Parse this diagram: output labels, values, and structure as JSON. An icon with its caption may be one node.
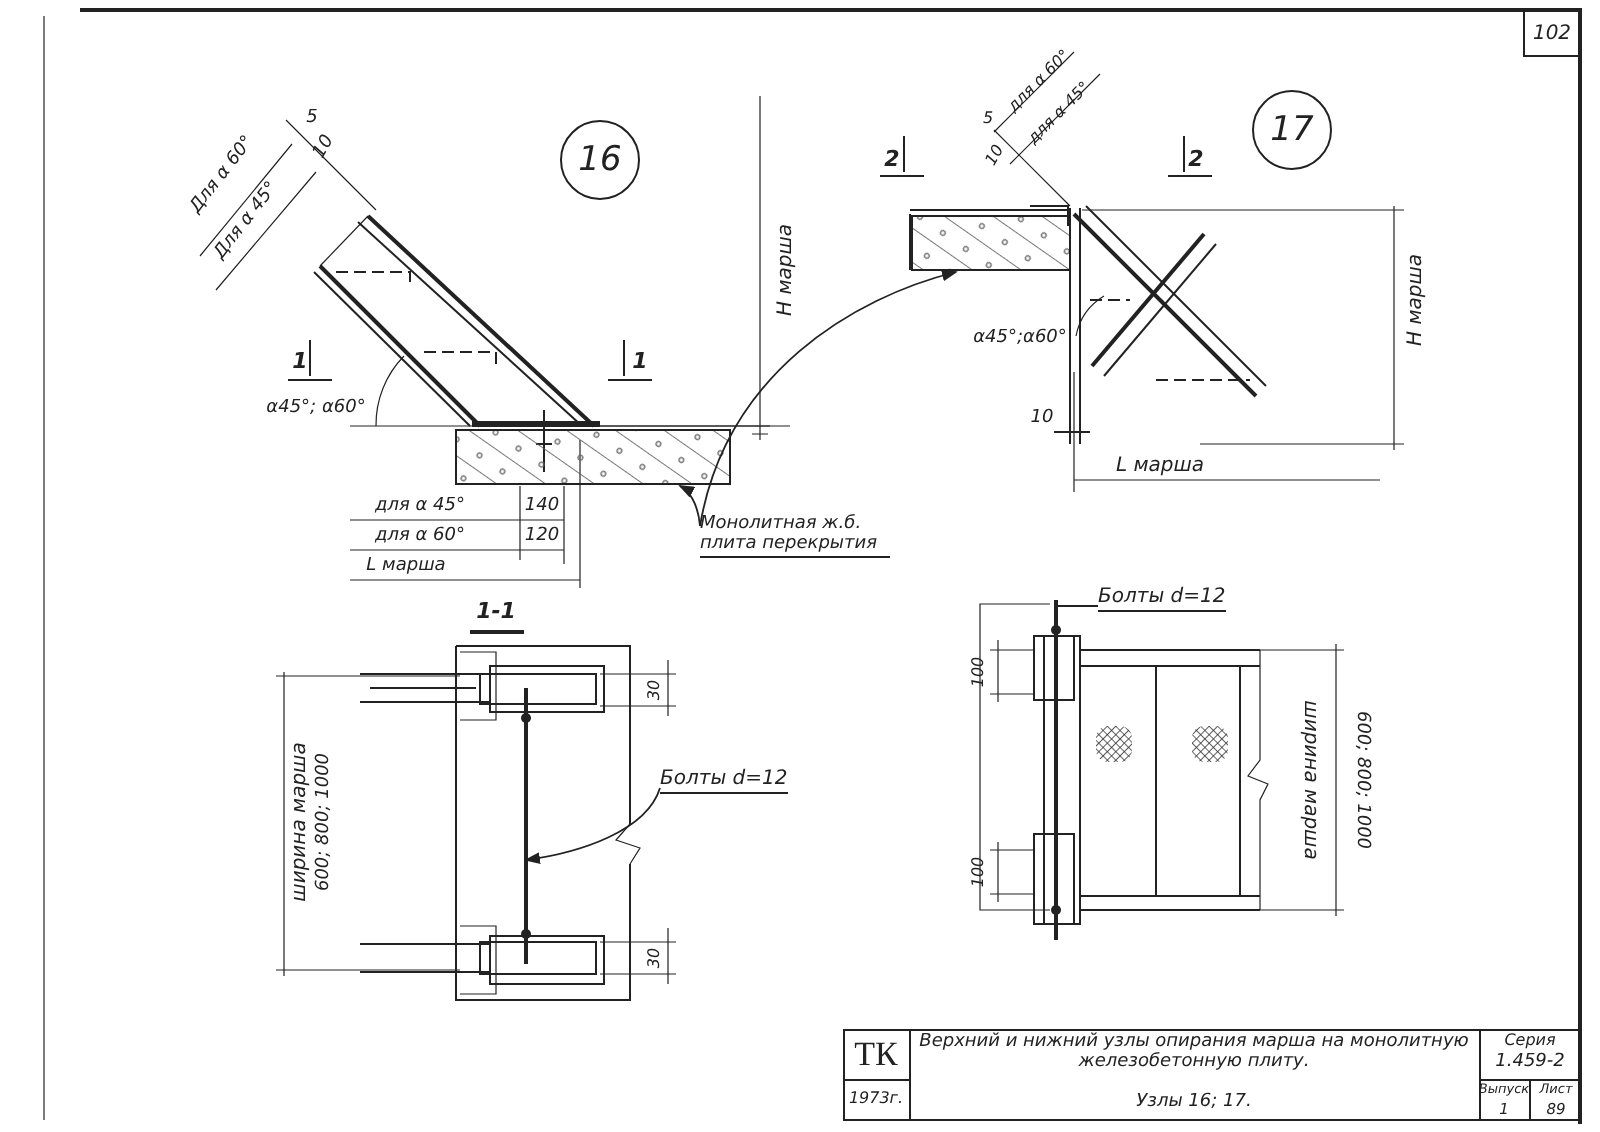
{
  "diagram": {
    "nodes": [
      {
        "text": [
          "16"
        ]
      },
      {
        "text": [
          "17"
        ]
      },
      {
        "text": [
          "Монолитная ж.б. плита перекрытия"
        ]
      },
      {
        "text": [],
        "shape": "box"
      },
      {
        "text": [],
        "shape": "box"
      },
      {
        "text": [
          "Болты d=12"
        ]
      },
      {
        "text": [],
        "shape": "bar"
      },
      {
        "text": [
          "Болты d=12"
        ]
      },
      {
        "text": [],
        "shape": "bar"
      }
    ],
    "edges": [
      {
        "from": 2,
        "to": 3,
        "arrow": "to"
      },
      {
        "from": 2,
        "to": 4,
        "arrow": "to"
      },
      {
        "from": 5,
        "to": 6,
        "arrow": "to"
      },
      {
        "from": 7,
        "to": 8,
        "arrow": "none"
      }
    ],
    "labels": [
      "102",
      "5",
      "10",
      "Для α 60°",
      "Для α 45°",
      "H марша",
      "1",
      "1",
      "α45°; α60°",
      "для α 45°",
      "140",
      "для α 60°",
      "120",
      "L марша",
      "5",
      "для α 60°",
      "для α 45°",
      "2",
      "10",
      "2",
      "α45°;α60°",
      "10",
      "H марша",
      "L марша",
      "1-1",
      "30",
      "30",
      "ширина марша",
      "600; 800; 1000",
      "100",
      "100",
      "ширина марша",
      "600; 800; 1000",
      "ТК",
      "Верхний и нижний узлы опирания марша на монолитную железобетонную плиту.",
      "1973г.",
      "Узлы 16; 17.",
      "Серия",
      "1.459-2",
      "Выпуск",
      "Лист",
      "1",
      "89"
    ]
  }
}
